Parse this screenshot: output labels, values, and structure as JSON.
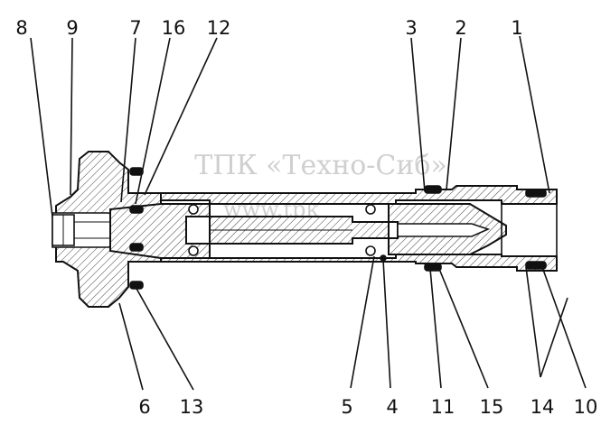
{
  "watermark": {
    "line1": "ТПК «Техно-Сиб»",
    "line2": "www.tpk"
  },
  "callouts": [
    {
      "id": "8",
      "text": "8"
    },
    {
      "id": "9",
      "text": "9"
    },
    {
      "id": "7",
      "text": "7"
    },
    {
      "id": "16",
      "text": "16"
    },
    {
      "id": "12",
      "text": "12"
    },
    {
      "id": "3",
      "text": "3"
    },
    {
      "id": "2",
      "text": "2"
    },
    {
      "id": "1",
      "text": "1"
    },
    {
      "id": "6",
      "text": "6"
    },
    {
      "id": "13",
      "text": "13"
    },
    {
      "id": "5",
      "text": "5"
    },
    {
      "id": "4",
      "text": "4"
    },
    {
      "id": "11",
      "text": "11"
    },
    {
      "id": "15",
      "text": "15"
    },
    {
      "id": "14",
      "text": "14"
    },
    {
      "id": "10",
      "text": "10"
    }
  ],
  "colors": {
    "ink": "#111111",
    "watermark": "#cfcfcf",
    "background": "#ffffff"
  }
}
